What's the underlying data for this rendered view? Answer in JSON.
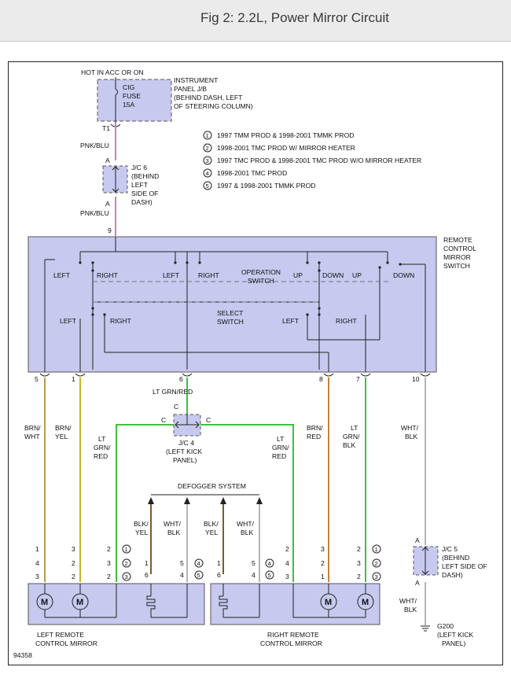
{
  "header": {
    "title": "Fig 2: 2.2L, Power Mirror Circuit"
  },
  "fuse": {
    "hot_label": "HOT IN ACC OR ON",
    "name": [
      "CIG",
      "FUSE",
      "15A"
    ],
    "location": [
      "INSTRUMENT",
      "PANEL J/B",
      "(BEHIND DASH, LEFT",
      "OF STEERING COLUMN)"
    ],
    "terminal": "T1"
  },
  "notes": [
    {
      "num": "1",
      "text": "1997 TMM PROD & 1998-2001 TMMK PROD"
    },
    {
      "num": "2",
      "text": "1998-2001 TMC PROD W/ MIRROR HEATER"
    },
    {
      "num": "3",
      "text": "1997 TMC PROD & 1998-2001 TMC PROD W/O MIRROR HEATER"
    },
    {
      "num": "4",
      "text": "1998-2001 TMC PROD"
    },
    {
      "num": "5",
      "text": "1997 & 1998-2001 TMMK PROD"
    }
  ],
  "jc6": {
    "top_pin": "A",
    "bottom_pin": "A",
    "label": [
      "J/C 6",
      "(BEHIND",
      "LEFT",
      "SIDE OF",
      "DASH)"
    ]
  },
  "wires": {
    "pnk_blu": "PNK/BLU",
    "lt_grn_red": "LT GRN/RED",
    "wht_blk": "WHT/",
    "blk": "BLK"
  },
  "switch": {
    "name": [
      "REMOTE",
      "CONTROL",
      "MIRROR",
      "SWITCH"
    ],
    "top_pin": "9",
    "operation": [
      "OPERATION",
      "SWITCH"
    ],
    "select": [
      "SELECT",
      "SWITCH"
    ],
    "row1": [
      "LEFT",
      "RIGHT",
      "LEFT",
      "RIGHT",
      "UP",
      "DOWN",
      "UP",
      "DOWN"
    ],
    "row2": [
      "LEFT",
      "RIGHT",
      "LEFT",
      "RIGHT"
    ],
    "pins": [
      "5",
      "1",
      "6",
      "8",
      "7",
      "10"
    ]
  },
  "wire_labels": {
    "brn_wht": [
      "BRN/",
      "WHT"
    ],
    "brn_yel": [
      "BRN/",
      "YEL"
    ],
    "lt_grn_red_l": [
      "LT",
      "GRN/",
      "RED"
    ],
    "lt_grn_red_r": [
      "LT",
      "GRN/",
      "RED"
    ],
    "brn_red": [
      "BRN/",
      "RED"
    ],
    "lt_grn_blk": [
      "LT",
      "GRN/",
      "BLK"
    ],
    "wht_blk_r": [
      "WHT/",
      "BLK"
    ],
    "blk_yel_l": [
      "BLK/",
      "YEL"
    ],
    "wht_blk_l": [
      "WHT/",
      "BLK"
    ],
    "blk_yel_r": [
      "BLK/",
      "YEL"
    ],
    "wht_blk_m": [
      "WHT/",
      "BLK"
    ],
    "wht_blk_g": [
      "WHT/",
      "BLK"
    ]
  },
  "jc4": {
    "pins": [
      "C",
      "C",
      "C"
    ],
    "label": [
      "J/C 4",
      "(LEFT KICK",
      "PANEL)"
    ]
  },
  "jc5": {
    "top_pin": "A",
    "bottom_pin": "A",
    "label": [
      "J/C 5",
      "(BEHIND",
      "LEFT SIDE OF",
      "DASH)"
    ]
  },
  "defogger": "DEFOGGER SYSTEM",
  "left_mirror": {
    "label": [
      "LEFT REMOTE",
      "CONTROL MIRROR"
    ],
    "pin_rows": [
      [
        "1",
        "3",
        "2",
        "1"
      ],
      [
        "4",
        "2",
        "3",
        "2"
      ],
      [
        "3",
        "2",
        "2",
        "3"
      ]
    ],
    "heater_rows": [
      [
        "1",
        "5",
        "4"
      ],
      [
        "6",
        "4",
        "5"
      ]
    ]
  },
  "right_mirror": {
    "label": [
      "RIGHT REMOTE",
      "CONTROL MIRROR"
    ],
    "pin_rows": [
      [
        "2",
        "3",
        "2",
        "1"
      ],
      [
        "4",
        "2",
        "3",
        "2"
      ],
      [
        "3",
        "1",
        "2",
        "3"
      ]
    ],
    "heater_rows": [
      [
        "1",
        "5",
        "4"
      ],
      [
        "6",
        "4",
        "5"
      ]
    ]
  },
  "motor_symbol": "M",
  "ground": {
    "name": "G200",
    "location": [
      "(LEFT KICK",
      "PANEL)"
    ]
  },
  "figure_id": "94358",
  "colors": {
    "pnk_blu": "#d878c8",
    "lt_grn": "#3ec23e",
    "brn_wht": "#b89a52",
    "brn_yel": "#c9b22a",
    "brn_red": "#c08040",
    "wht_blk": "#b4b4b4",
    "blk_yel": "#7a5c28",
    "box_fill": "#c7c9ef"
  }
}
